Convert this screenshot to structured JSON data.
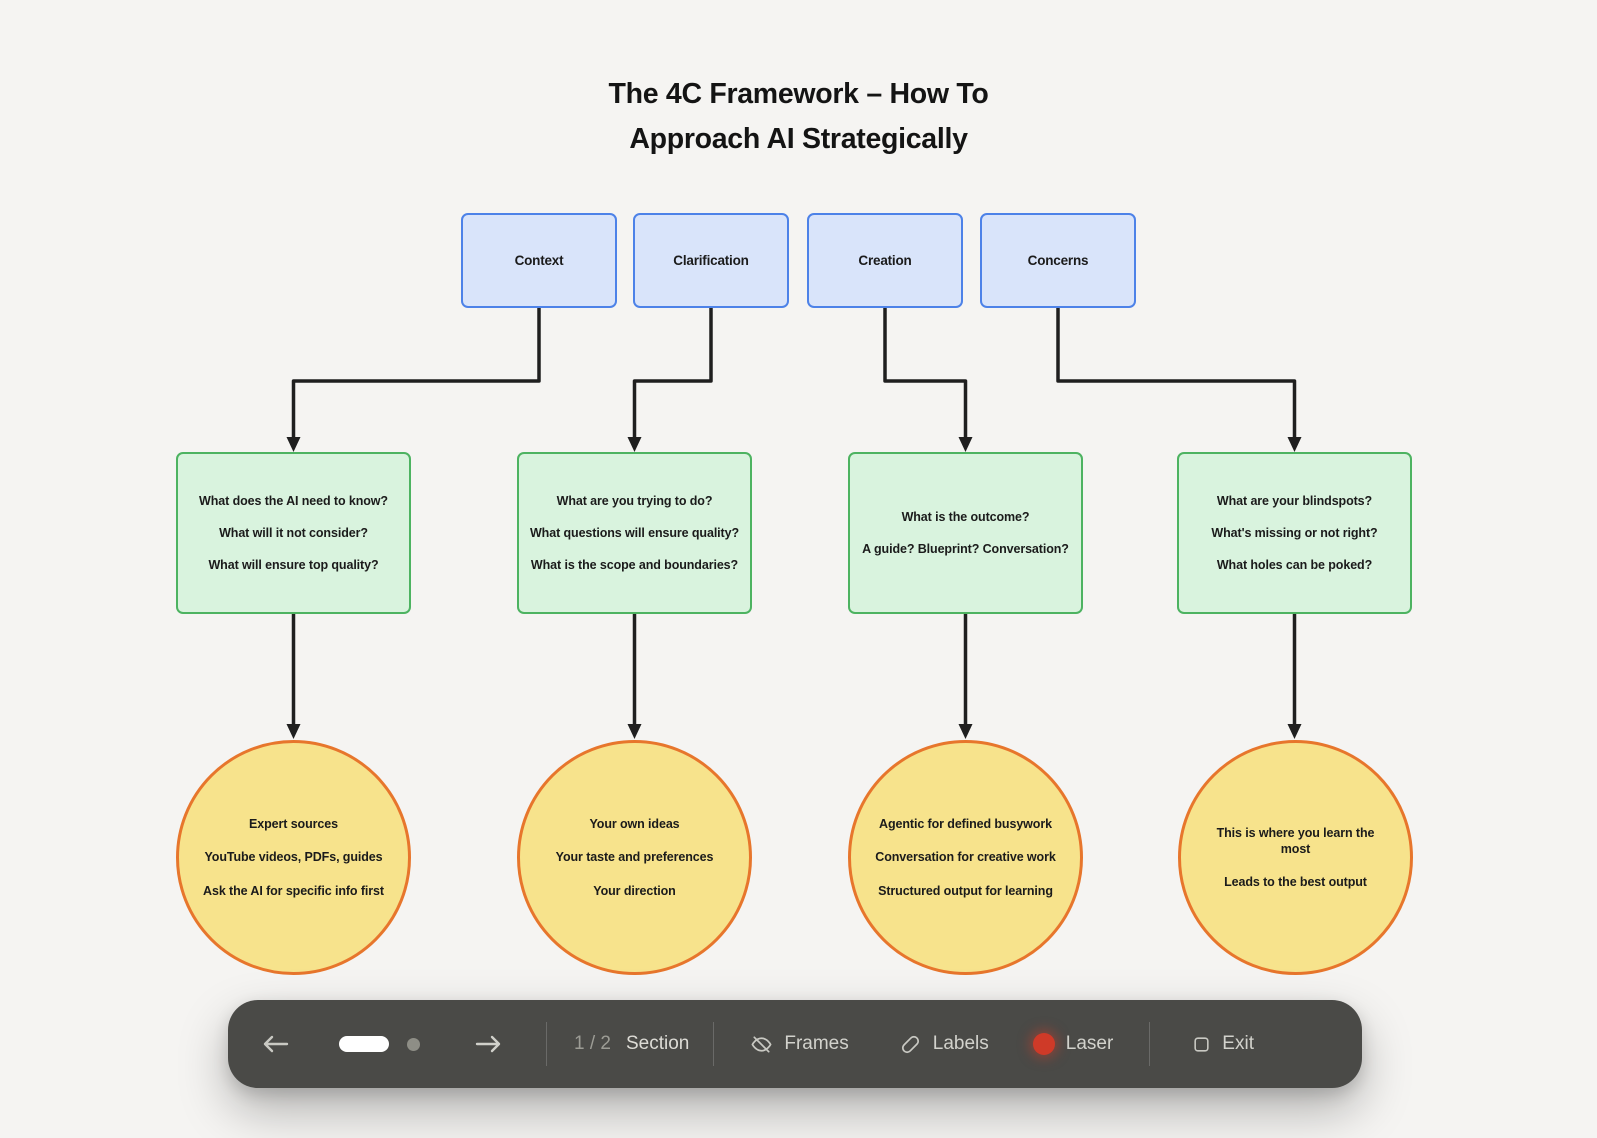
{
  "title": {
    "line1": "The 4C Framework – How To",
    "line2": "Approach AI Strategically"
  },
  "columns": [
    {
      "header": "Context",
      "questions": [
        "What does the AI need to know?",
        "What will it not consider?",
        "What will ensure top quality?"
      ],
      "outputs": [
        "Expert sources",
        "YouTube videos, PDFs, guides",
        "Ask the AI for specific info first"
      ]
    },
    {
      "header": "Clarification",
      "questions": [
        "What are you trying to do?",
        "What questions will ensure quality?",
        "What is the scope and boundaries?"
      ],
      "outputs": [
        "Your own ideas",
        "Your taste and preferences",
        "Your direction"
      ]
    },
    {
      "header": "Creation",
      "questions": [
        "What is the outcome?",
        "A guide? Blueprint? Conversation?"
      ],
      "outputs": [
        "Agentic for defined busywork",
        "Conversation for creative work",
        "Structured output for learning"
      ]
    },
    {
      "header": "Concerns",
      "questions": [
        "What are your blindspots?",
        "What's missing or not right?",
        "What holes can be poked?"
      ],
      "outputs": [
        "This is where you learn the most",
        "Leads to the best output"
      ]
    }
  ],
  "toolbar": {
    "page_indicator": "1 / 2",
    "section_label": "Section",
    "frames_label": "Frames",
    "labels_label": "Labels",
    "laser_label": "Laser",
    "exit_label": "Exit"
  },
  "colors": {
    "bg": "#f5f4f2",
    "box_blue_fill": "#d9e4fa",
    "box_blue_border": "#4d82e8",
    "box_green_fill": "#d9f3de",
    "box_green_border": "#4db361",
    "circle_fill": "#f7e38c",
    "circle_border": "#e7762c",
    "arrow": "#1f1f1f",
    "toolbar_bg": "#4a4a47",
    "toolbar_text": "#d2d2cc",
    "toolbar_text_dim": "#9c9c95",
    "laser_red": "#cf3a28"
  }
}
